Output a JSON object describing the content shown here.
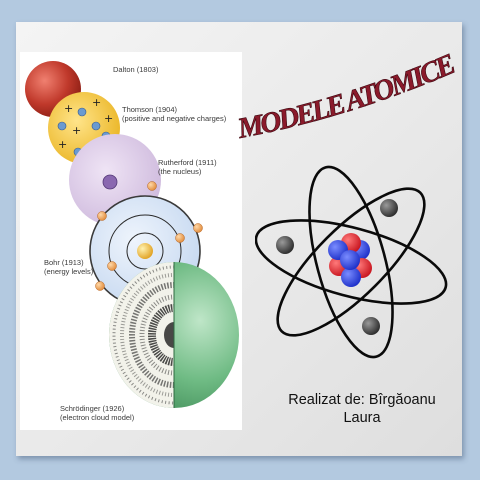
{
  "title": "MODELE ATOMICE",
  "models": [
    {
      "name": "Dalton (1803)",
      "detail": ""
    },
    {
      "name": "Thomson (1904)",
      "detail": "(positive and negative charges)"
    },
    {
      "name": "Rutherford (1911)",
      "detail": "(the nucleus)"
    },
    {
      "name": "Bohr (1913)",
      "detail": "(energy levels)"
    },
    {
      "name": "Schrödinger (1926)",
      "detail": "(electron cloud model)"
    }
  ],
  "author": {
    "line1": "Realizat de: Bîrgăoanu",
    "line2": "Laura"
  },
  "colors": {
    "background": "#b3c9e0",
    "title": "#8b1a2b",
    "dalton": "#c0392b",
    "thomson": "#f0c030",
    "rutherford": "#d8c8e4",
    "bohr": "#d6e4f6",
    "schrodinger": "#5faa72"
  },
  "icons": [
    "atom-icon",
    "proton-icon",
    "neutron-icon",
    "electron-icon"
  ]
}
